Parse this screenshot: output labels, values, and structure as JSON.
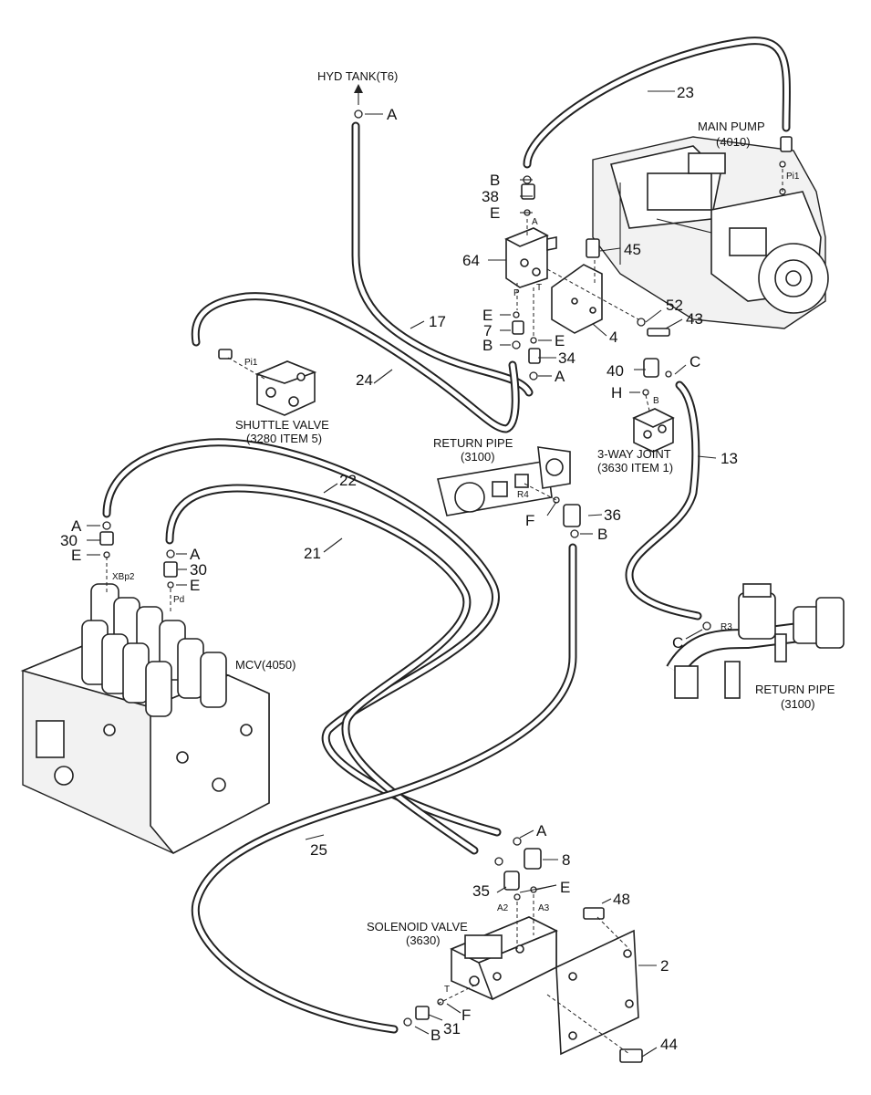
{
  "labels": {
    "hyd_tank": "HYD TANK(T6)",
    "main_pump": "MAIN PUMP",
    "main_pump_code": "(4010)",
    "shuttle_valve": "SHUTTLE VALVE",
    "shuttle_valve_code": "(3280 ITEM 5)",
    "return_pipe_1": "RETURN PIPE",
    "return_pipe_1_code": "(3100)",
    "three_way_joint": "3-WAY JOINT",
    "three_way_joint_code": "(3630 ITEM 1)",
    "mcv": "MCV(4050)",
    "return_pipe_2": "RETURN PIPE",
    "return_pipe_2_code": "(3100)",
    "solenoid_valve": "SOLENOID VALVE",
    "solenoid_valve_code": "(3630)"
  },
  "callouts": {
    "c23": "23",
    "c38": "38",
    "c64": "64",
    "c45": "45",
    "c52": "52",
    "c43": "43",
    "c4": "4",
    "c7": "7",
    "c34": "34",
    "c17": "17",
    "c24": "24",
    "c40": "40",
    "c13": "13",
    "c22": "22",
    "c21": "21",
    "c30a": "30",
    "c30b": "30",
    "c36": "36",
    "c25": "25",
    "c8": "8",
    "c35": "35",
    "c48": "48",
    "c2": "2",
    "c31": "31",
    "c44": "44"
  },
  "connections": {
    "A1": "A",
    "A2": "A",
    "A3": "A",
    "A4": "A",
    "A5": "A",
    "B1": "B",
    "B2": "B",
    "B3": "B",
    "B4": "B",
    "C1": "C",
    "C2": "C",
    "E1": "E",
    "E2": "E",
    "E3": "E",
    "E4": "E",
    "E5": "E",
    "F1": "F",
    "F2": "F",
    "H1": "H"
  },
  "ports": {
    "pi1_pump": "Pi1",
    "pi1_shuttle": "Pi1",
    "A": "A",
    "P": "P",
    "T": "T",
    "B": "B",
    "R4": "R4",
    "R3": "R3",
    "xbp2": "XBp2",
    "pd": "Pd",
    "a2": "A2",
    "a3": "A3",
    "t_sol": "T"
  }
}
